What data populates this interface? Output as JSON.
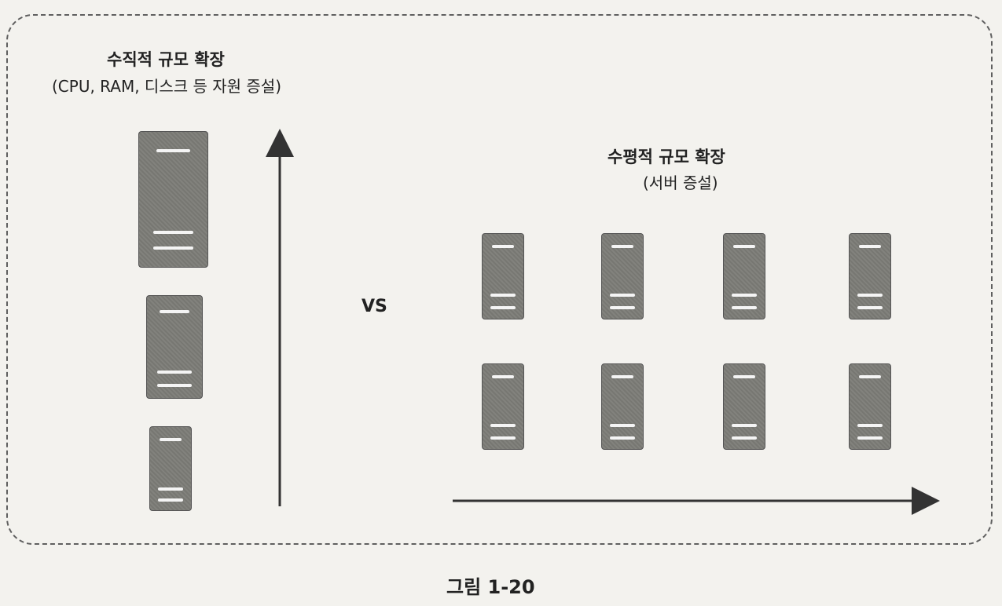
{
  "vertical_scaling": {
    "title": "수직적 규모 확장",
    "subtitle": "(CPU, RAM, 디스크 등 자원 증설)"
  },
  "horizontal_scaling": {
    "title": "수평적 규모 확장",
    "subtitle": "(서버 증설)"
  },
  "comparison_label": "VS",
  "caption": "그림 1-20",
  "vertical_servers": [
    "large",
    "medium",
    "small"
  ],
  "horizontal_server_count": 8,
  "colors": {
    "server_body": "#7d7d78",
    "server_slot": "#f4f4f4",
    "border": "#5f5f5f",
    "arrow": "#333333"
  }
}
